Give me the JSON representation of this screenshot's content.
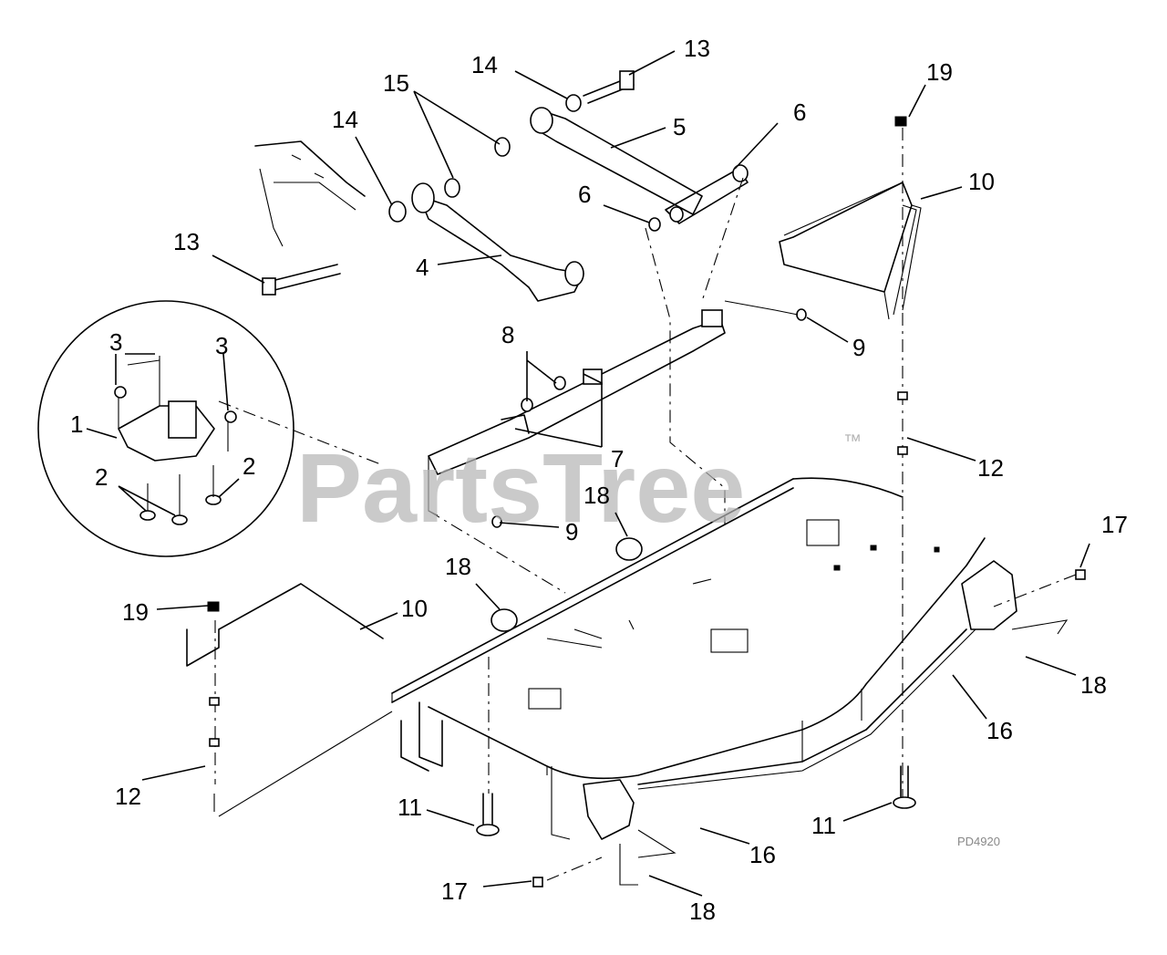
{
  "watermark": {
    "text": "PartsTree",
    "trademark": "™"
  },
  "figure_code": "PD4920",
  "callouts": {
    "c1": "1",
    "c2a": "2",
    "c2b": "2",
    "c3a": "3",
    "c3b": "3",
    "c4": "4",
    "c5": "5",
    "c6a": "6",
    "c6b": "6",
    "c7": "7",
    "c8": "8",
    "c9a": "9",
    "c9b": "9",
    "c10a": "10",
    "c10b": "10",
    "c11a": "11",
    "c11b": "11",
    "c12a": "12",
    "c12b": "12",
    "c13a": "13",
    "c13b": "13",
    "c14a": "14",
    "c14b": "14",
    "c15": "15",
    "c16a": "16",
    "c16b": "16",
    "c17a": "17",
    "c17b": "17",
    "c18a": "18",
    "c18b": "18",
    "c18c": "18",
    "c18d": "18",
    "c19a": "19",
    "c19b": "19"
  },
  "colors": {
    "line": "#000000",
    "background": "#ffffff",
    "watermark": "#b3b3b3"
  }
}
